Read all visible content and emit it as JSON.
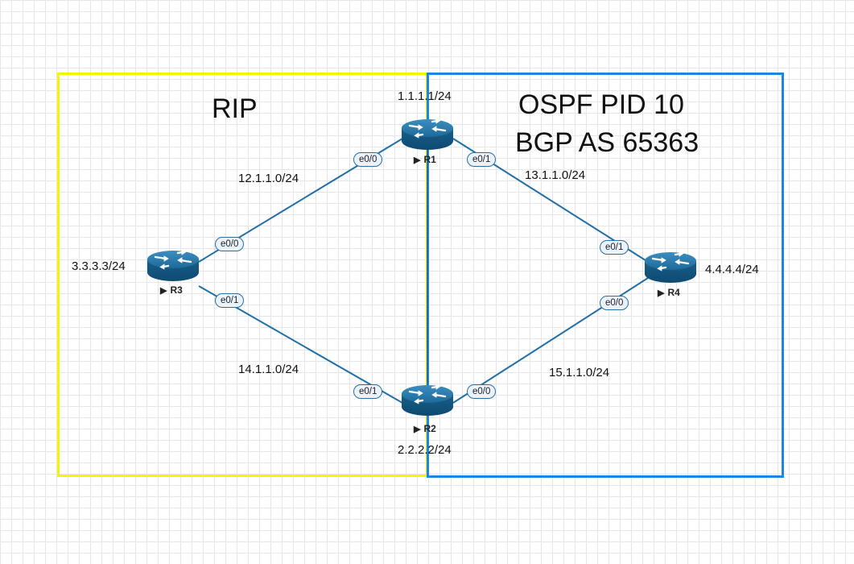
{
  "zones": {
    "rip": {
      "title": "RIP",
      "color": "#f5f500"
    },
    "ospf": {
      "title_line1": "OSPF  PID  10",
      "title_line2": "BGP AS  65363",
      "color": "#1a86e6"
    }
  },
  "routers": {
    "r1": {
      "name": "R1",
      "loopback": "1.1.1.1/24",
      "icon": "router-icon"
    },
    "r2": {
      "name": "R2",
      "loopback": "2.2.2.2/24",
      "icon": "router-icon"
    },
    "r3": {
      "name": "R3",
      "loopback": "3.3.3.3/24",
      "icon": "router-icon"
    },
    "r4": {
      "name": "R4",
      "loopback": "4.4.4.4/24",
      "icon": "router-icon"
    }
  },
  "links": {
    "r3_r1": {
      "network": "12.1.1.0/24",
      "r3_iface": "e0/0",
      "r1_iface": "e0/0"
    },
    "r3_r2": {
      "network": "14.1.1.0/24",
      "r3_iface": "e0/1",
      "r2_iface": "e0/1"
    },
    "r1_r4": {
      "network": "13.1.1.0/24",
      "r1_iface": "e0/1",
      "r4_iface": "e0/1"
    },
    "r2_r4": {
      "network": "15.1.1.0/24",
      "r2_iface": "e0/0",
      "r4_iface": "e0/0"
    }
  },
  "link_color": "#1f6fa6",
  "play_icon": "play-arrow-icon"
}
